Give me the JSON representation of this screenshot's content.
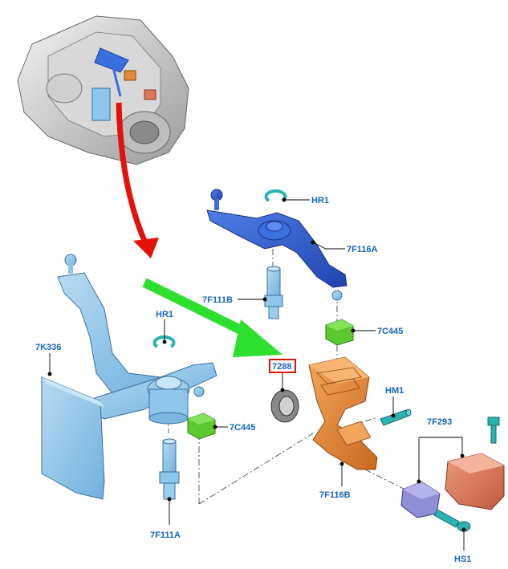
{
  "diagram": {
    "labels": {
      "hr1_top": "HR1",
      "l_7f116a": "7F116A",
      "l_7f111b": "7F111B",
      "l_7c445_right": "7C445",
      "hr1_left": "HR1",
      "l_7k336": "7K336",
      "l_7288": "7288",
      "hm1": "HM1",
      "l_7c445_left": "7C445",
      "l_7f293": "7F293",
      "l_7f116b": "7F116B",
      "l_7f111a": "7F111A",
      "hs1": "HS1"
    },
    "colors": {
      "label_text": "#1565c0",
      "arrow_red": "#e3120b",
      "arrow_green": "#2ee02e",
      "highlight_box": "#e3120b",
      "part_blue_dark": "#2f5fd0",
      "part_blue_light": "#8fc7ea",
      "part_orange": "#e08a3a",
      "part_green": "#5cc92e",
      "part_teal": "#2bb3b3",
      "part_salmon": "#d9785a",
      "part_lilac": "#8f8fd6"
    }
  }
}
